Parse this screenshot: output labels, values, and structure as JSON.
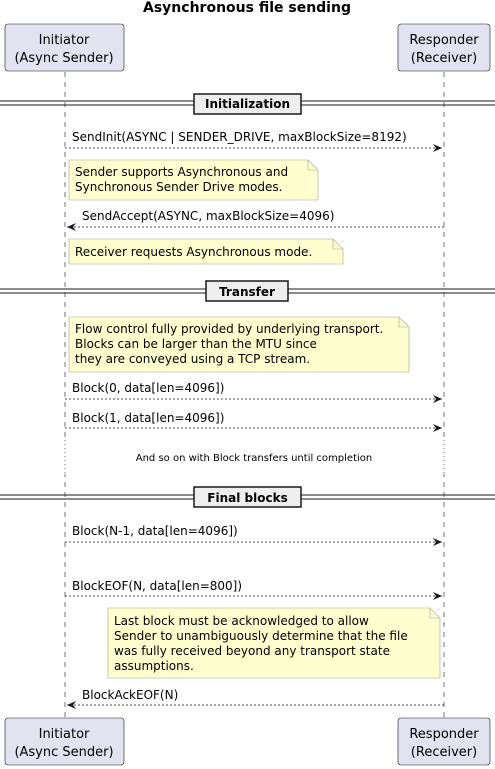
{
  "title": "Asynchronous file sending",
  "participants": {
    "initiator": {
      "line1": "Initiator",
      "line2": "(Async Sender)"
    },
    "responder": {
      "line1": "Responder",
      "line2": "(Receiver)"
    }
  },
  "colors": {
    "participant_fill": "#e2e2f0",
    "participant_border": "#181818",
    "note_fill": "#fefece",
    "note_border": "#a3a390",
    "divider_fill": "#eeeeee",
    "lifeline": "#181818"
  },
  "dividers": {
    "init": "Initialization",
    "transfer": "Transfer",
    "final": "Final blocks"
  },
  "messages": {
    "sendinit": "SendInit(ASYNC | SENDER_DRIVE, maxBlockSize=8192)",
    "sendaccept": "SendAccept(ASYNC, maxBlockSize=4096)",
    "block0": "Block(0, data[len=4096])",
    "block1": "Block(1, data[len=4096])",
    "blockn1": "Block(N-1, data[len=4096])",
    "blockeof": "BlockEOF(N, data[len=800])",
    "blockackeof": "BlockAckEOF(N)"
  },
  "notes": {
    "sender_modes": [
      "Sender supports Asynchronous and",
      "Synchronous Sender Drive modes."
    ],
    "receiver_mode": [
      "Receiver requests Asynchronous mode."
    ],
    "flow_control": [
      "Flow control fully provided by underlying transport.",
      "Blocks can be larger than the MTU since",
      "they are conveyed using a TCP stream."
    ],
    "last_block": [
      "Last block must be acknowledged to allow",
      "Sender to unambiguously determine that the file",
      "was fully received beyond any transport state",
      "assumptions."
    ]
  },
  "delay_text": "And so on with Block transfers until completion"
}
